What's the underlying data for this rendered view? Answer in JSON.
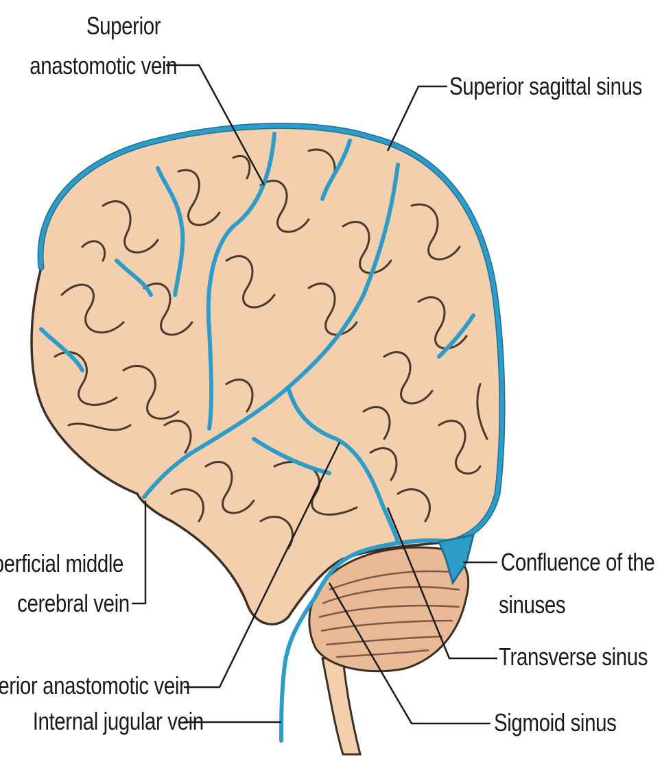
{
  "labels": {
    "superior_anastomotic_1": "Superior",
    "superior_anastomotic_2": "anastomotic vein",
    "superior_sagittal_sinus": "Superior sagittal sinus",
    "superficial_middle_1": "Superficial middle",
    "superficial_middle_2": "cerebral vein",
    "inferior_anastomotic": "Inferior anastomotic vein",
    "internal_jugular": "Internal jugular vein",
    "confluence_1": "Confluence of the",
    "confluence_2": "sinuses",
    "transverse_sinus": "Transverse sinus",
    "sigmoid_sinus": "Sigmoid sinus"
  },
  "colors": {
    "brain_fill": "#f4cfae",
    "brain_outline": "#3b3026",
    "vein": "#2e9cc9",
    "vein_dark": "#1d6f93",
    "cerebellum": "#eab996",
    "leader": "#1a1a1a"
  }
}
